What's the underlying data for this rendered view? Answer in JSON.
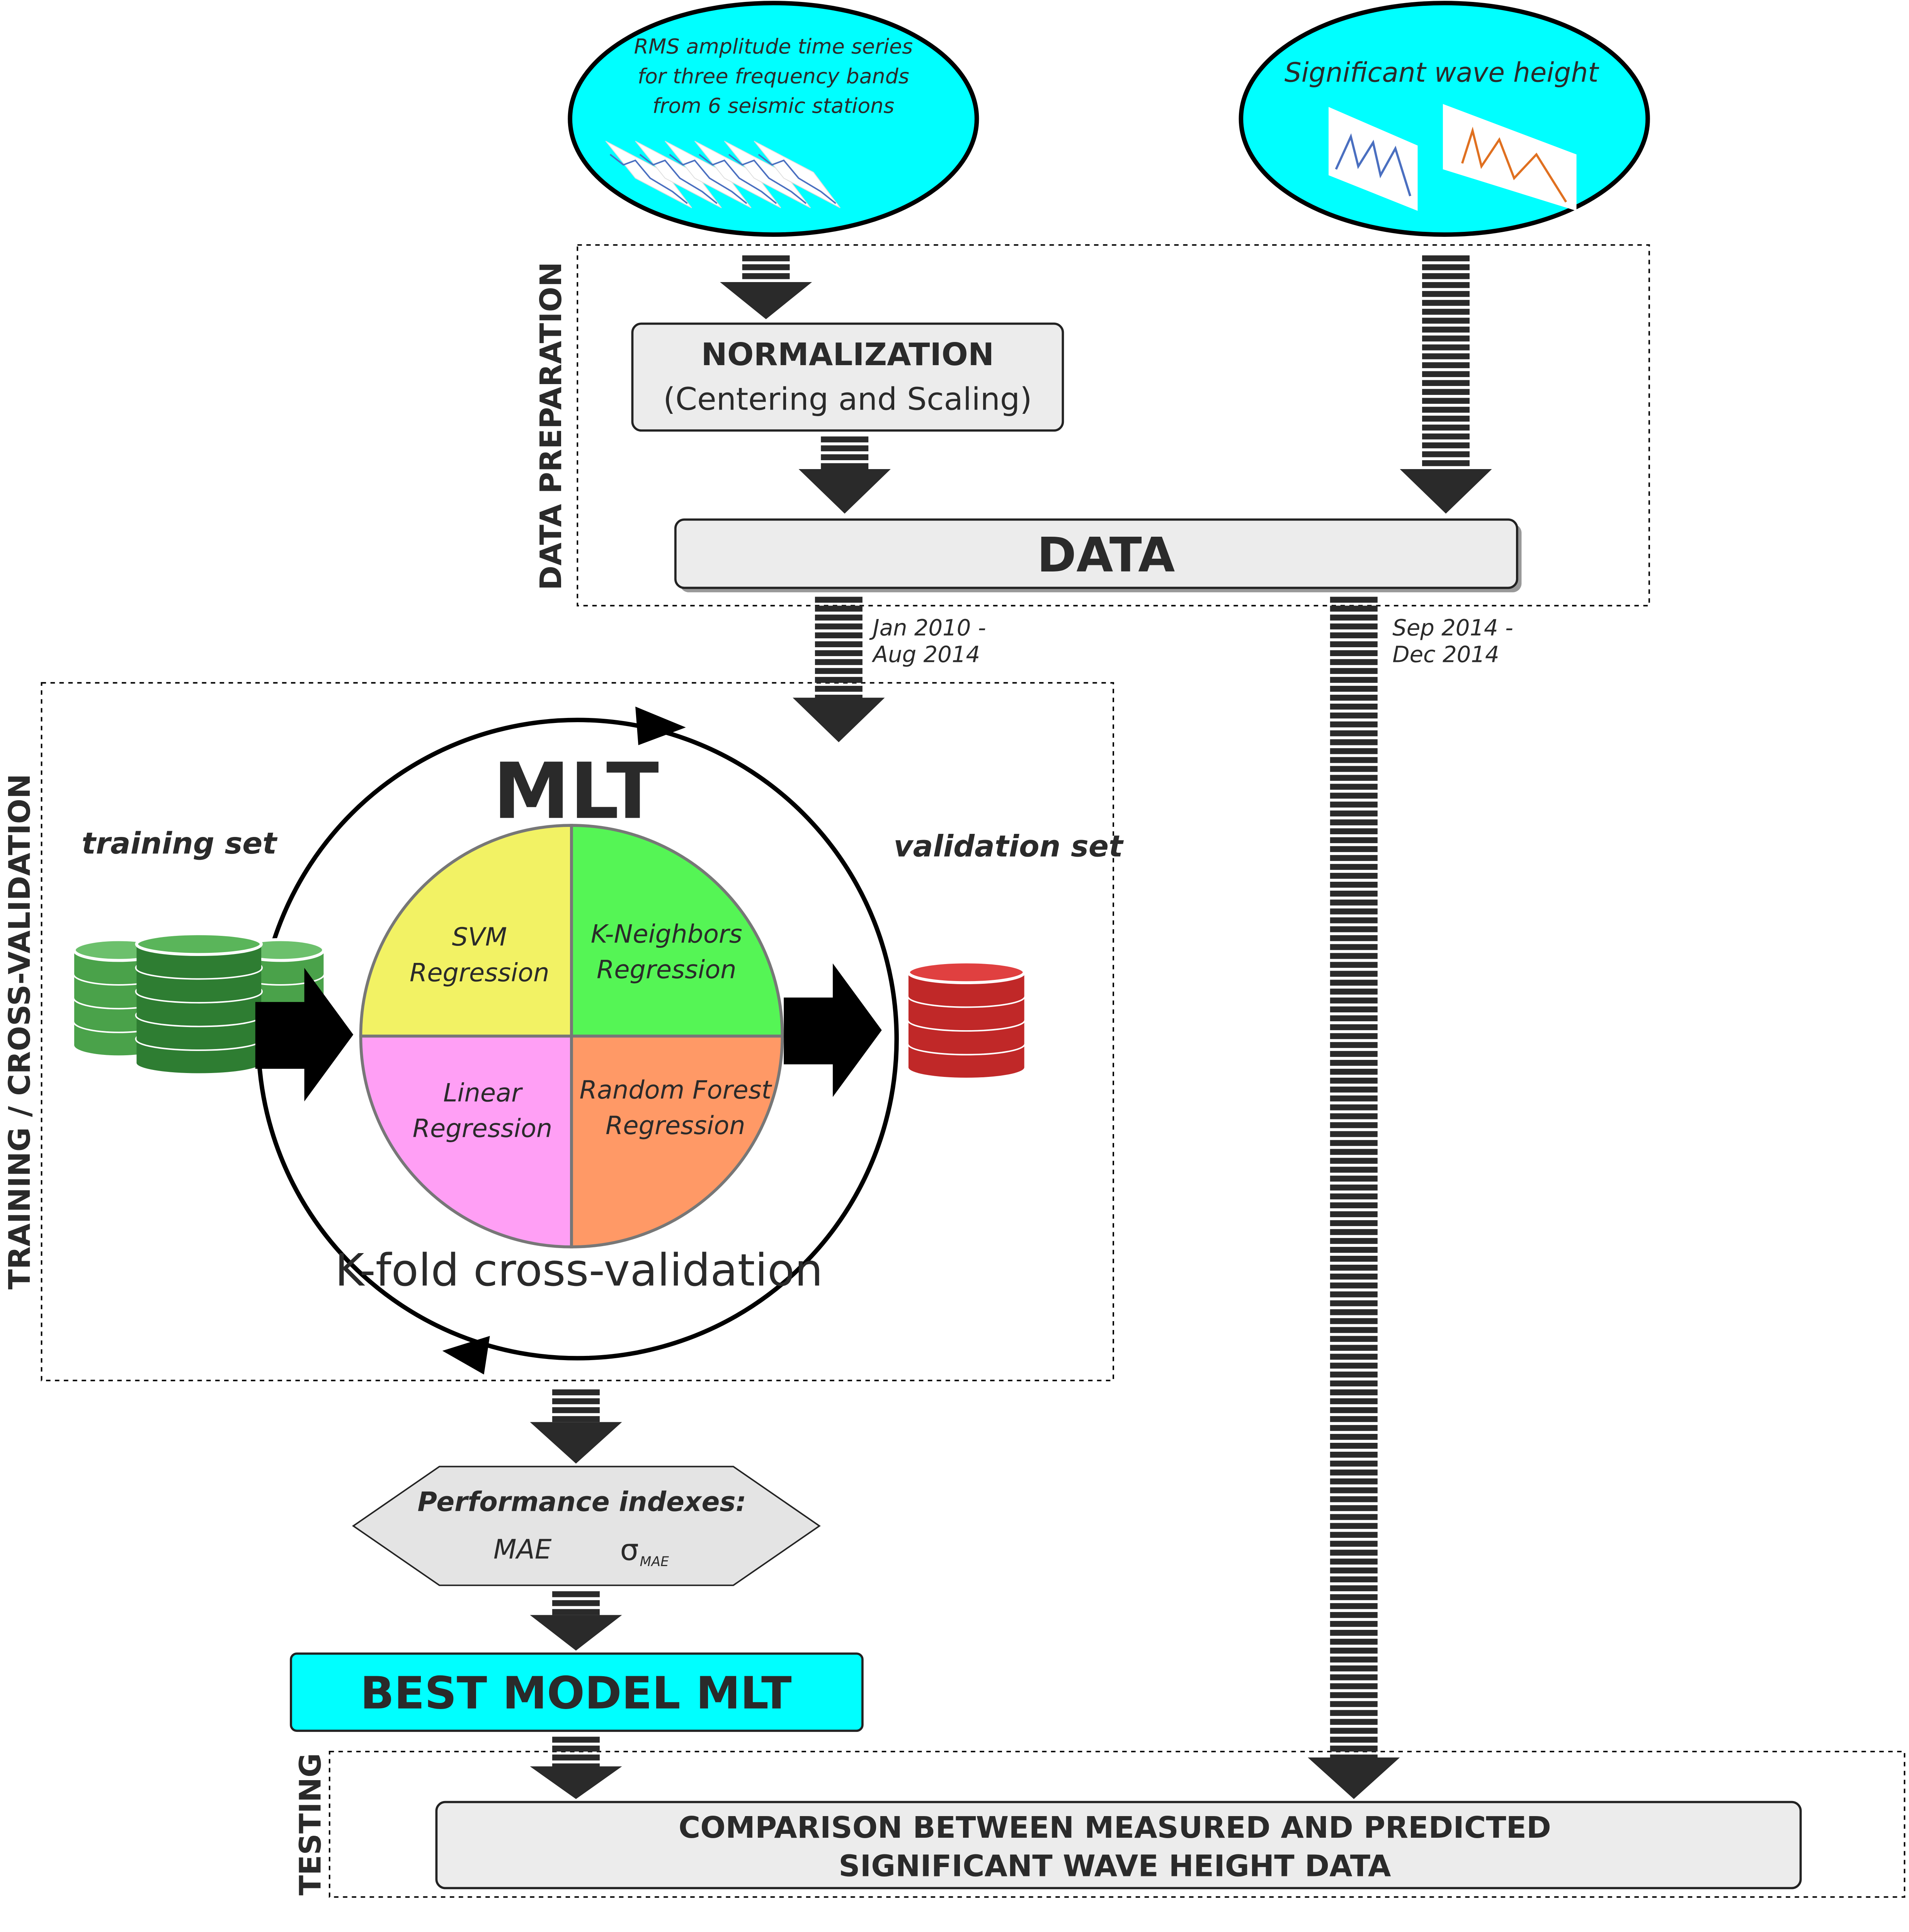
{
  "inputs": {
    "seismic": [
      "RMS amplitude time series",
      "for three frequency bands",
      "from 6 seismic stations"
    ],
    "wave": "Significant wave height"
  },
  "data_preparation": {
    "label": "DATA PREPARATION",
    "normalization_title": "NORMALIZATION",
    "normalization_sub": "(Centering and Scaling)",
    "data_label": "DATA"
  },
  "periods": {
    "training": [
      "Jan 2010 -",
      "Aug 2014"
    ],
    "testing": [
      "Sep 2014 -",
      "Dec 2014"
    ]
  },
  "training": {
    "label": "TRAINING / CROSS-VALIDATION",
    "mlt": "MLT",
    "training_set": "training set",
    "validation_set": "validation set",
    "kfold": "K-fold cross-validation",
    "models": [
      {
        "line1": "SVM",
        "line2": "Regression",
        "color": "#f2f264"
      },
      {
        "line1": "K-Neighbors",
        "line2": "Regression",
        "color": "#55f555"
      },
      {
        "line1": "Linear",
        "line2": "Regression",
        "color": "#ff9ff5"
      },
      {
        "line1": "Random Forest",
        "line2": "Regression",
        "color": "#ff9966"
      }
    ]
  },
  "performance": {
    "title": "Performance indexes:",
    "mae": "MAE",
    "sigma": "σ",
    "sigma_sub": "MAE"
  },
  "best_model": "BEST MODEL  MLT",
  "testing": {
    "label": "TESTING",
    "comparison": [
      "COMPARISON BETWEEN MEASURED AND PREDICTED",
      "SIGNIFICANT WAVE HEIGHT DATA"
    ]
  },
  "colors": {
    "cyan": "#00ffff",
    "box": "#ececec",
    "arrow": "#2a2a2a",
    "green_db": "#3f9a3f",
    "red_db": "#d03030"
  }
}
